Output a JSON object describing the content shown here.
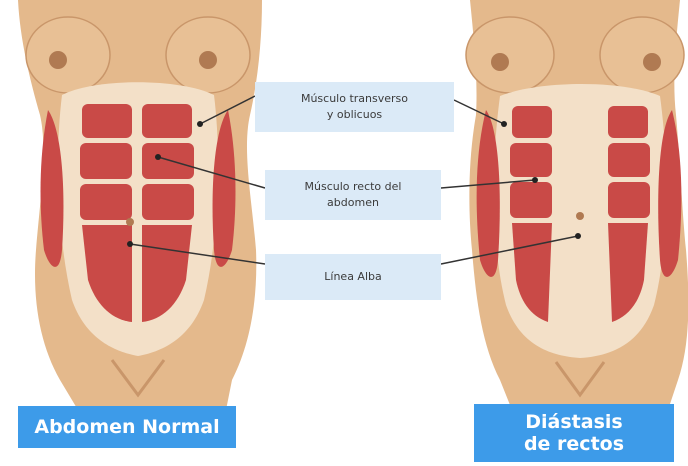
{
  "labels": {
    "transverse": [
      "Músculo transverso",
      "y oblicuos"
    ],
    "rectus": [
      "Músculo recto del",
      "abdomen"
    ],
    "linea": "Línea Alba"
  },
  "titles": {
    "normal": "Abdomen Normal",
    "diastasis": [
      "Diástasis",
      "de rectos"
    ]
  },
  "colors": {
    "skin": "#e4b98c",
    "skin_shadow": "#c9966a",
    "muscle": "#c94a47",
    "fascia": "#f3e0c8",
    "callout_bg": "#dbeaf7",
    "title_bg": "#3d9be9"
  }
}
